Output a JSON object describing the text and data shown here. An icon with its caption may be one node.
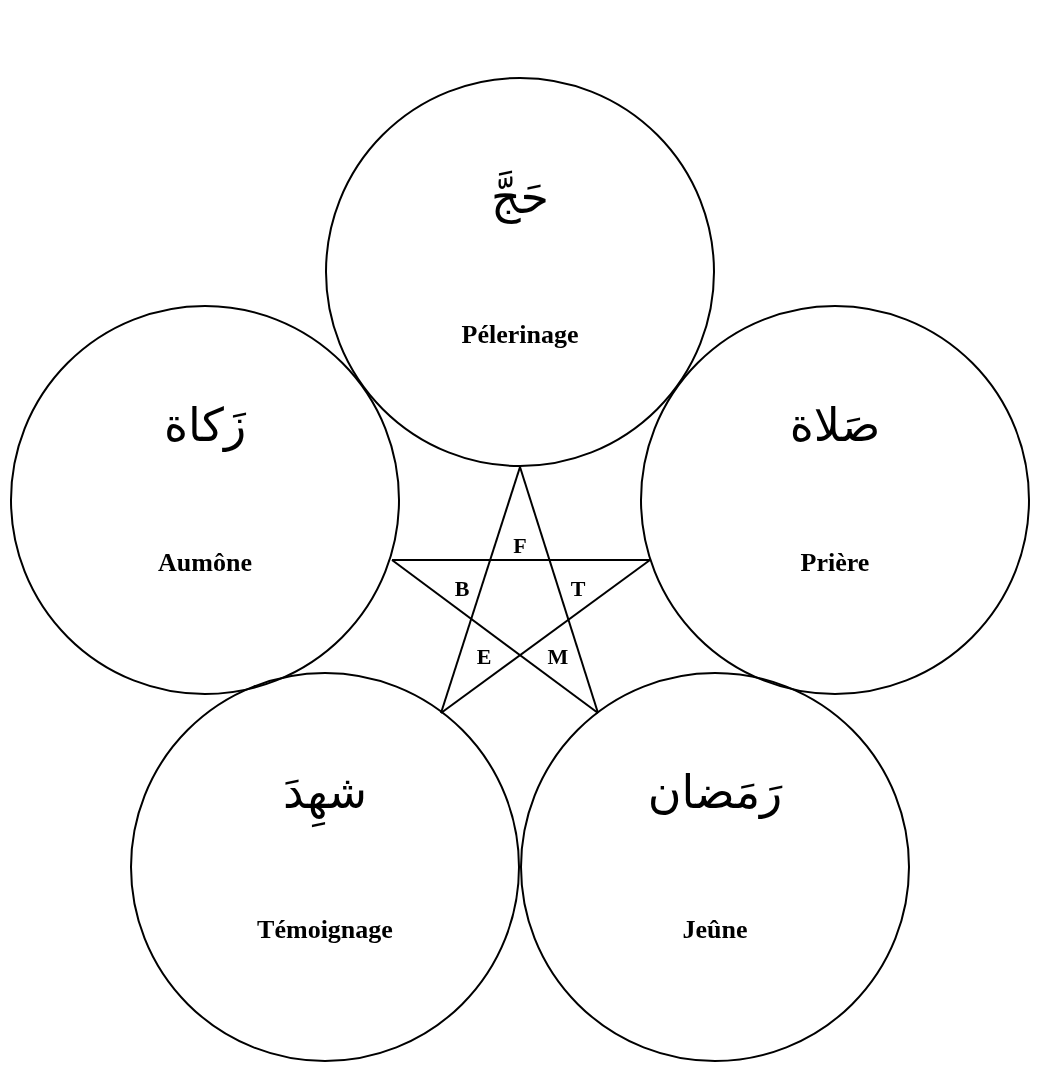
{
  "diagram": {
    "nodes": [
      {
        "text": [
          "حَجَّ",
          "Pélerinage"
        ]
      },
      {
        "text": [
          "زَكاة",
          "Aumône"
        ]
      },
      {
        "text": [
          "صَلاة",
          "Prière"
        ]
      },
      {
        "text": [
          "شهِدَ",
          "Témoignage"
        ]
      },
      {
        "text": [
          "رَمَضان",
          "Jeûne"
        ]
      }
    ],
    "edges": [
      {
        "from": 0,
        "to": 3,
        "arrow": "none"
      },
      {
        "from": 0,
        "to": 4,
        "arrow": "none"
      },
      {
        "from": 1,
        "to": 2,
        "arrow": "none"
      },
      {
        "from": 1,
        "to": 4,
        "arrow": "none"
      },
      {
        "from": 2,
        "to": 3,
        "arrow": "none"
      }
    ],
    "labels": [
      "F",
      "B",
      "T",
      "E",
      "M"
    ]
  }
}
